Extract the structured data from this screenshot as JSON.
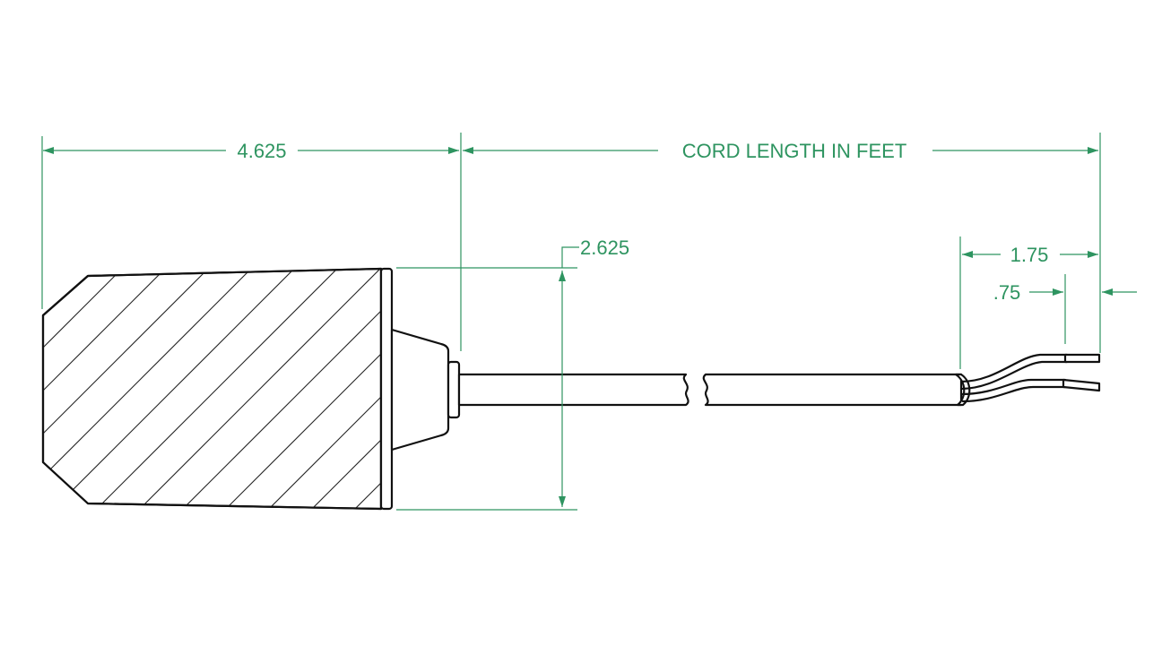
{
  "colors": {
    "dimension": "#2e9460",
    "outline": "#111111",
    "background": "#ffffff"
  },
  "dimensions": {
    "body_length": "4.625",
    "cord_length": "CORD LENGTH IN FEET",
    "body_diameter": "2.625",
    "jacket_strip": "1.75",
    "lead_strip": ".75"
  }
}
